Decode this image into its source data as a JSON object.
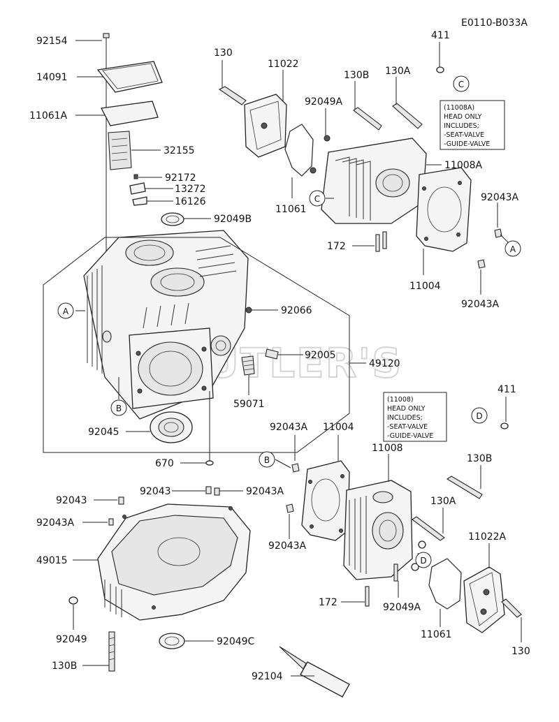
{
  "diagram_code": "E0110-B033A",
  "watermark": "CUTLER'S",
  "part_labels": {
    "p92154": "92154",
    "p14091": "14091",
    "p11061A": "11061A",
    "p32155": "32155",
    "p92172": "92172",
    "p13272": "13272",
    "p16126": "16126",
    "p92049B": "92049B",
    "p92066": "92066",
    "p92005": "92005",
    "p49120": "49120",
    "p59071": "59071",
    "p92045": "92045",
    "p670": "670",
    "p130_top": "130",
    "p11022": "11022",
    "p130B_top": "130B",
    "p130A_top": "130A",
    "p411_top": "411",
    "p92049A_top": "92049A",
    "p11008A": "11008A",
    "p92043A_r1": "92043A",
    "p11061_top": "11061",
    "p172_top": "172",
    "p11004_top": "11004",
    "p92043A_r2": "92043A",
    "p411_mid": "411",
    "p92043A_mid": "92043A",
    "p11004_mid": "11004",
    "p11008": "11008",
    "p130B_mid": "130B",
    "p130A_mid": "130A",
    "p92043A_l": "92043A",
    "p92043_c": "92043",
    "p92043A_c": "92043A",
    "p92043_l": "92043",
    "p49015": "49015",
    "p11022A": "11022A",
    "p172_bot": "172",
    "p92049A_bot": "92049A",
    "p92049": "92049",
    "p11061_bot": "11061",
    "p130_bot": "130",
    "p130B_bot": "130B",
    "p92049C": "92049C",
    "p92104": "92104"
  },
  "callouts": {
    "A_left": "A",
    "A_right": "A",
    "B_left": "B",
    "B_mid": "B",
    "C_top": "C",
    "C_mid": "C",
    "D_right": "D",
    "D_mid": "D"
  },
  "notes": {
    "note_11008A": [
      "(11008A)",
      "HEAD ONLY",
      "INCLUDES;",
      "-SEAT-VALVE",
      "-GUIDE-VALVE"
    ],
    "note_11008": [
      "(11008)",
      "HEAD ONLY",
      "INCLUDES;",
      "-SEAT-VALVE",
      "-GUIDE-VALVE"
    ]
  }
}
